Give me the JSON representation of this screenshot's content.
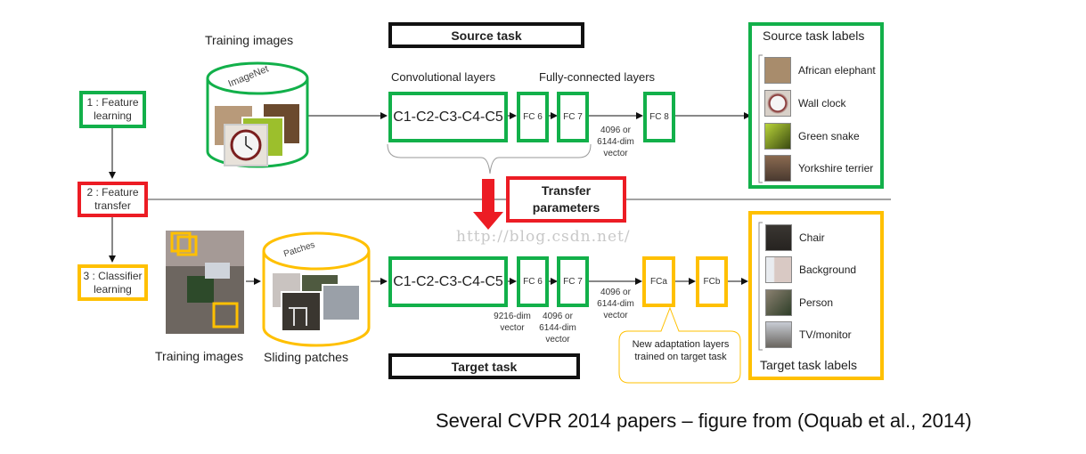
{
  "steps": {
    "feature_learning": "1 : Feature learning",
    "feature_transfer": "2 : Feature transfer",
    "classifier_learning": "3 : Classifier learning"
  },
  "source": {
    "title": "Source task",
    "training_images_label": "Training images",
    "database_label": "ImageNet",
    "conv_caption": "Convolutional layers",
    "fc_caption": "Fully-connected layers",
    "conv_block": "C1-C2-C3-C4-C5",
    "fc6": "FC 6",
    "fc7": "FC 7",
    "fc8": "FC 8",
    "fc7_output": "4096 or 6144-dim vector",
    "labels_title": "Source task labels",
    "labels": [
      "African elephant",
      "Wall clock",
      "Green snake",
      "Yorkshire terrier"
    ]
  },
  "transfer": {
    "label": "Transfer parameters"
  },
  "target": {
    "title": "Target task",
    "training_images_label": "Training images",
    "sliding_patches_label": "Sliding patches",
    "database_label": "Patches",
    "conv_block": "C1-C2-C3-C4-C5",
    "fc6": "FC 6",
    "fc7": "FC 7",
    "fca": "FCa",
    "fcb": "FCb",
    "conv_output": "9216-dim vector",
    "fc6_output": "4096 or 6144-dim vector",
    "fc7_output": "4096 or 6144-dim vector",
    "callout": "New adaptation layers trained on target task",
    "labels_title": "Target task labels",
    "labels": [
      "Chair",
      "Background",
      "Person",
      "TV/monitor"
    ]
  },
  "watermark": "http://blog.csdn.net/",
  "footer": "Several CVPR 2014 papers – figure from (Oquab et al., 2014)",
  "colors": {
    "source_green": "#12b04a",
    "transfer_red": "#ec1c24",
    "target_yellow": "#ffc000"
  }
}
